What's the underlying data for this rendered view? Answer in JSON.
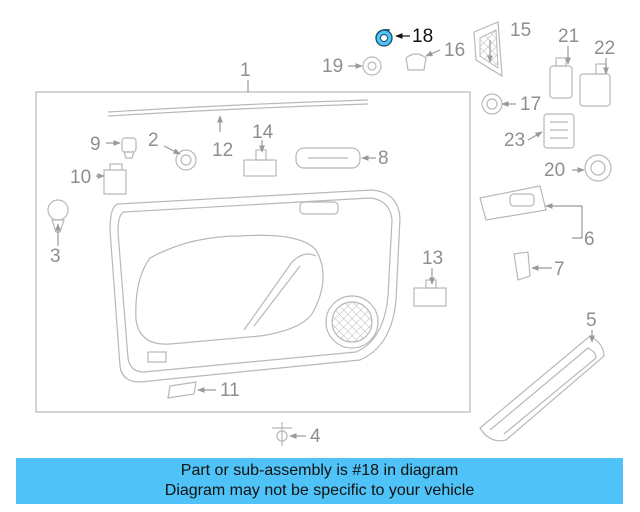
{
  "diagram": {
    "highlight_part": "18",
    "colors": {
      "highlight": "#4fc3f7",
      "banner": "#4fc3f7",
      "lines": "#b8b8b8",
      "labels": "#8e8e8e",
      "selected_label": "#111111"
    },
    "callouts": [
      "1",
      "2",
      "3",
      "4",
      "5",
      "6",
      "7",
      "8",
      "9",
      "10",
      "11",
      "12",
      "13",
      "14",
      "15",
      "16",
      "17",
      "18",
      "19",
      "20",
      "21",
      "22",
      "23"
    ]
  },
  "banner": {
    "line1": "Part or sub-assembly is #18 in diagram",
    "line2": "Diagram may not be specific to your vehicle"
  }
}
